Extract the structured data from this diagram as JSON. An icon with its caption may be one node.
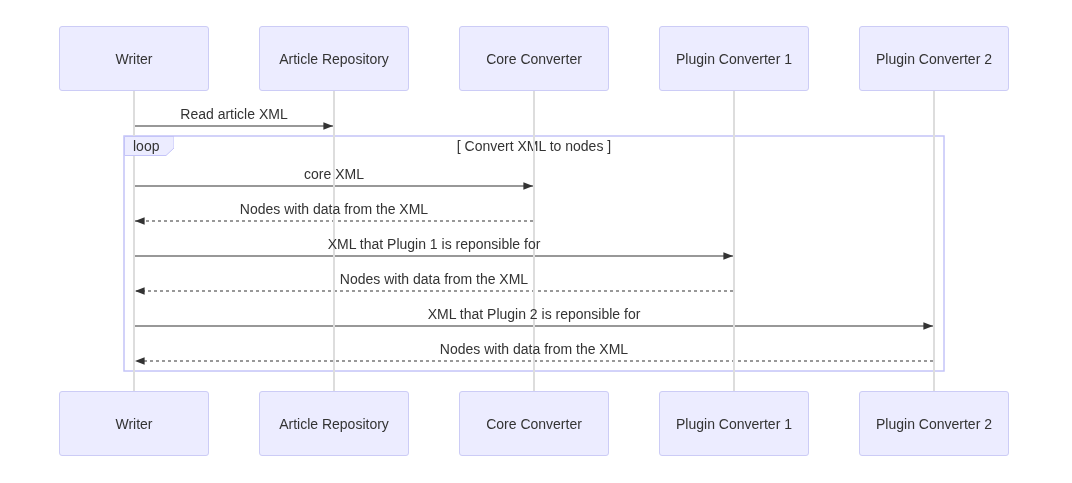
{
  "diagram": {
    "nodes": [
      {
        "text": [
          "Writer"
        ]
      },
      {
        "text": [
          "Article Repository"
        ]
      },
      {
        "text": [
          "Core Converter"
        ]
      },
      {
        "text": [
          "Plugin Converter 1"
        ]
      },
      {
        "text": [
          "Plugin Converter 2"
        ]
      },
      {
        "text": [
          "Writer"
        ]
      },
      {
        "text": [
          "Article Repository"
        ]
      },
      {
        "text": [
          "Core Converter"
        ]
      },
      {
        "text": [
          "Plugin Converter 1"
        ]
      },
      {
        "text": [
          "Plugin Converter 2"
        ]
      },
      {
        "text": [],
        "shape": "bar"
      },
      {
        "text": [],
        "shape": "bar"
      },
      {
        "text": [],
        "shape": "bar"
      },
      {
        "text": [],
        "shape": "bar"
      },
      {
        "text": [],
        "shape": "bar"
      }
    ],
    "edges": [
      {
        "from": 10,
        "to": 11,
        "arrow": "to",
        "label": "Read article XML"
      },
      {
        "from": 10,
        "to": 12,
        "arrow": "to",
        "label": "core XML"
      },
      {
        "from": 12,
        "to": 10,
        "arrow": "to",
        "label": "Nodes with data from the XML",
        "style": "dashed"
      },
      {
        "from": 10,
        "to": 13,
        "arrow": "to",
        "label": "XML that Plugin 1 is reponsible for"
      },
      {
        "from": 13,
        "to": 10,
        "arrow": "to",
        "label": "Nodes with data from the XML",
        "style": "dashed"
      },
      {
        "from": 10,
        "to": 14,
        "arrow": "to",
        "label": "XML that Plugin 2 is reponsible for"
      },
      {
        "from": 14,
        "to": 10,
        "arrow": "to",
        "label": "Nodes with data from the XML",
        "style": "dashed"
      }
    ],
    "labels": [
      "loop",
      "[ Convert XML to nodes ]"
    ]
  }
}
